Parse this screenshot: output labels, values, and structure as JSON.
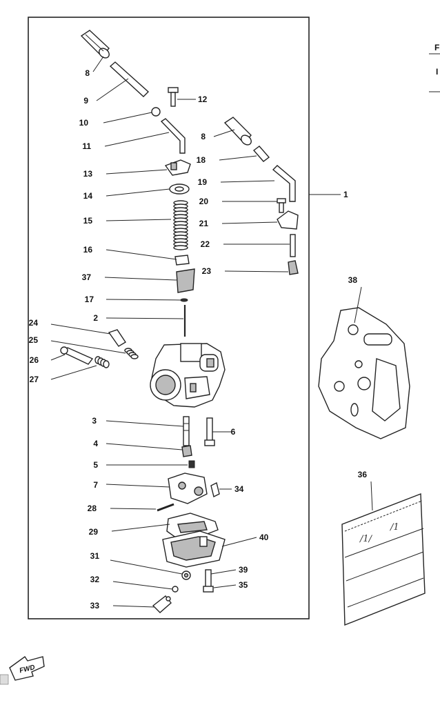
{
  "diagram": {
    "callouts": [
      {
        "id": "c8a",
        "text": "8"
      },
      {
        "id": "c9",
        "text": "9"
      },
      {
        "id": "c10",
        "text": "10"
      },
      {
        "id": "c11",
        "text": "11"
      },
      {
        "id": "c12",
        "text": "12"
      },
      {
        "id": "c8b",
        "text": "8"
      },
      {
        "id": "c18",
        "text": "18"
      },
      {
        "id": "c13",
        "text": "13"
      },
      {
        "id": "c14",
        "text": "14"
      },
      {
        "id": "c19",
        "text": "19"
      },
      {
        "id": "c20",
        "text": "20"
      },
      {
        "id": "c15",
        "text": "15"
      },
      {
        "id": "c21",
        "text": "21"
      },
      {
        "id": "c22",
        "text": "22"
      },
      {
        "id": "c16",
        "text": "16"
      },
      {
        "id": "c23",
        "text": "23"
      },
      {
        "id": "c37",
        "text": "37"
      },
      {
        "id": "c17",
        "text": "17"
      },
      {
        "id": "c2",
        "text": "2"
      },
      {
        "id": "c24",
        "text": "24"
      },
      {
        "id": "c25",
        "text": "25"
      },
      {
        "id": "c26",
        "text": "26"
      },
      {
        "id": "c27",
        "text": "27"
      },
      {
        "id": "c3",
        "text": "3"
      },
      {
        "id": "c6",
        "text": "6"
      },
      {
        "id": "c4",
        "text": "4"
      },
      {
        "id": "c5",
        "text": "5"
      },
      {
        "id": "c7",
        "text": "7"
      },
      {
        "id": "c34",
        "text": "34"
      },
      {
        "id": "c28",
        "text": "28"
      },
      {
        "id": "c29",
        "text": "29"
      },
      {
        "id": "c40",
        "text": "40"
      },
      {
        "id": "c31",
        "text": "31"
      },
      {
        "id": "c39",
        "text": "39"
      },
      {
        "id": "c32",
        "text": "32"
      },
      {
        "id": "c35",
        "text": "35"
      },
      {
        "id": "c33",
        "text": "33"
      },
      {
        "id": "c1",
        "text": "1"
      },
      {
        "id": "c38",
        "text": "38"
      },
      {
        "id": "c36",
        "text": "36"
      }
    ],
    "fwd_label": "FWD",
    "edge_letters": [
      "F",
      "I"
    ],
    "bag_scribbles": [
      "/1/",
      "/1"
    ]
  },
  "colors": {
    "ink": "#222222",
    "paper": "#ffffff",
    "shade": "#bbbbbb"
  }
}
